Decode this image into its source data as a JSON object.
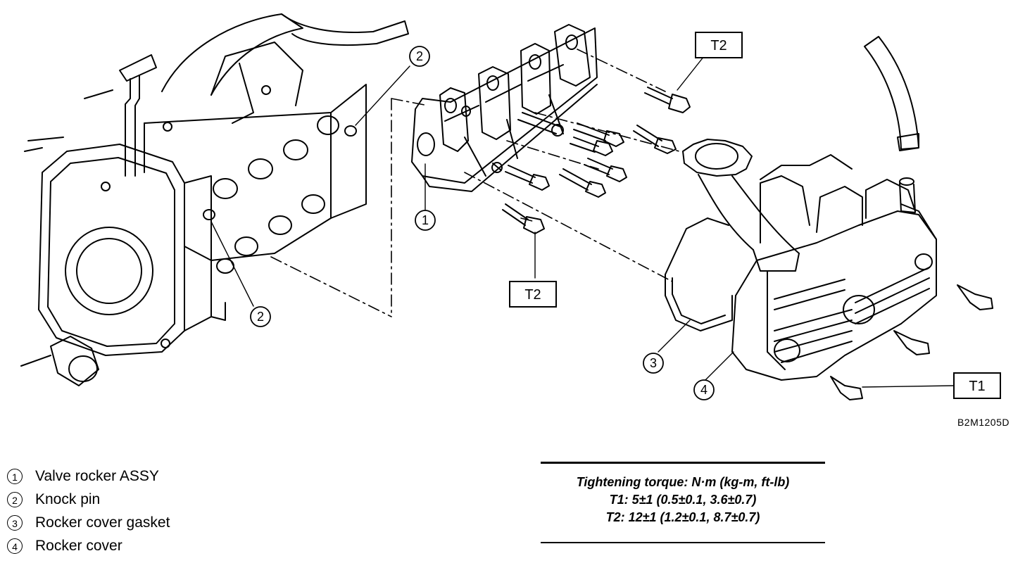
{
  "figure": {
    "figure_id": "B2M1205D",
    "callouts": [
      "1",
      "2",
      "2",
      "3",
      "4"
    ],
    "torque_labels": [
      "T2",
      "T2",
      "T1"
    ]
  },
  "legend": [
    {
      "num": "1",
      "text": "Valve rocker ASSY"
    },
    {
      "num": "2",
      "text": "Knock pin"
    },
    {
      "num": "3",
      "text": "Rocker cover gasket"
    },
    {
      "num": "4",
      "text": "Rocker cover"
    }
  ],
  "torque": {
    "heading": "Tightening torque: N·m (kg-m, ft-lb)",
    "t1": "T1: 5±1 (0.5±0.1, 3.6±0.7)",
    "t2": "T2: 12±1 (1.2±0.1, 8.7±0.7)"
  }
}
